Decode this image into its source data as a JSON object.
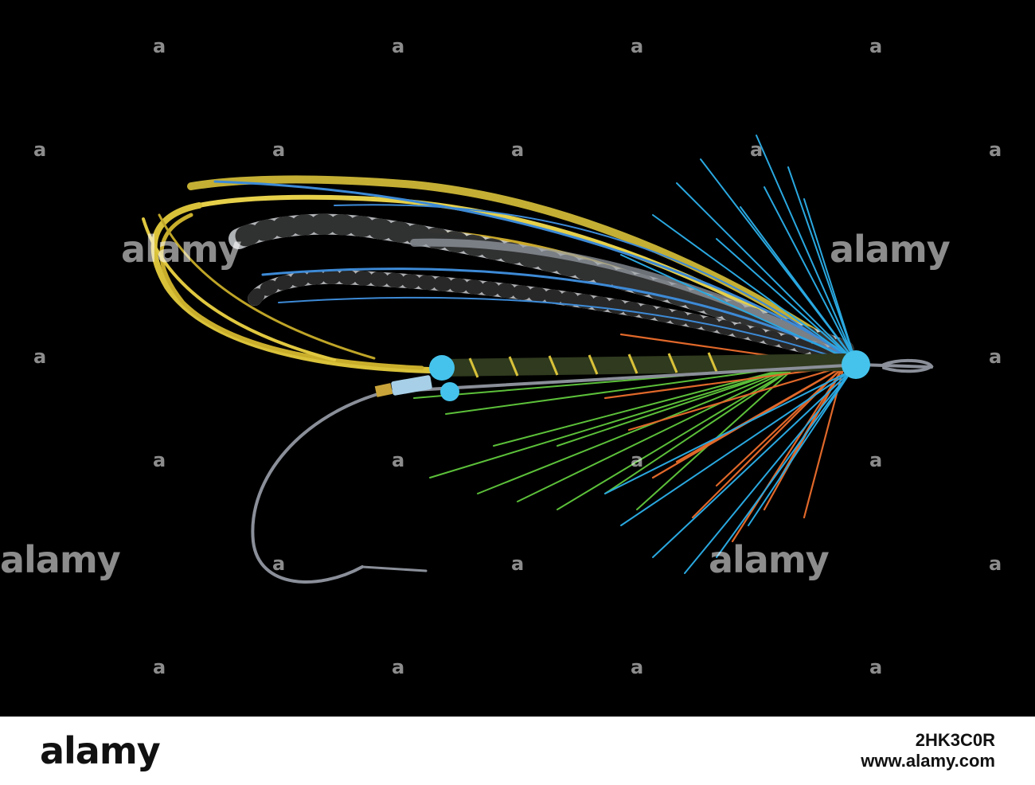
{
  "image": {
    "subject": "salmon-fly-fishing-lure",
    "background_color": "#000000"
  },
  "watermark": {
    "brand": "alamy",
    "small_mark": "a",
    "color": "#ffffff"
  },
  "footer": {
    "logo": "alamy",
    "image_id": "2HK3C0R",
    "url": "www.alamy.com"
  },
  "colors": {
    "yellow_wing": "#d9c23a",
    "blue_hackle": "#2aa8e0",
    "orange_hackle": "#e0682a",
    "green_hackle": "#5cc03a",
    "hook": "#8a8f99"
  }
}
